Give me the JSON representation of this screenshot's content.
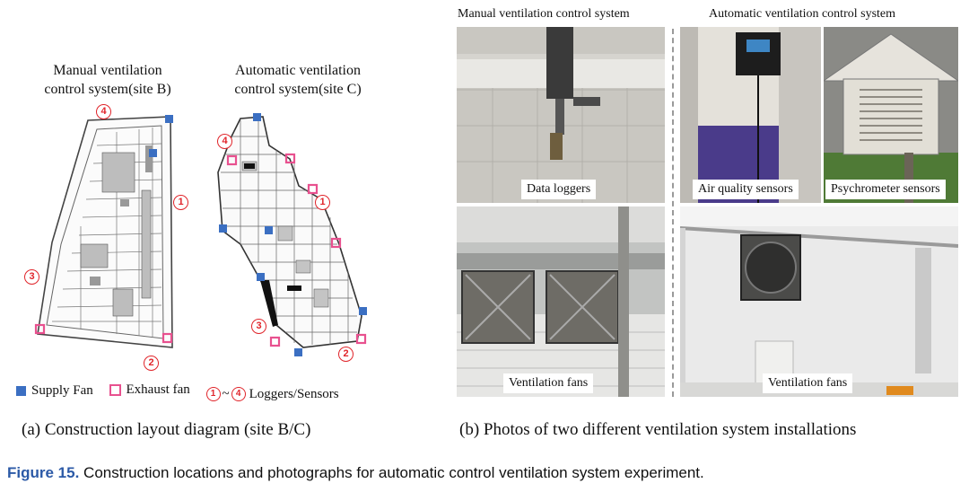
{
  "panel_a": {
    "manual_title_line1": "Manual ventilation",
    "manual_title_line2": "control system(site B)",
    "auto_title_line1": "Automatic ventilation",
    "auto_title_line2": "control system(site C)",
    "markers_b": [
      "1",
      "2",
      "3",
      "4"
    ],
    "markers_c": [
      "1",
      "2",
      "3",
      "4"
    ],
    "legend": {
      "supply": "Supply Fan",
      "exhaust": "Exhaust fan",
      "circle_from": "1",
      "range_sep": "~",
      "circle_to": "4",
      "loggers": "Loggers/Sensors"
    },
    "colors": {
      "supply": "#3b6fc2",
      "exhaust": "#e8518f",
      "marker": "#e0242a"
    },
    "caption": "(a) Construction layout diagram (site B/C)"
  },
  "panel_b": {
    "manual_title": "Manual ventilation control system",
    "auto_title": "Automatic ventilation control system",
    "labels": {
      "data_loggers": "Data loggers",
      "air_quality": "Air quality sensors",
      "psychrometer": "Psychrometer sensors",
      "fans_manual": "Ventilation fans",
      "fans_auto": "Ventilation fans"
    },
    "caption": "(b) Photos of two different ventilation system installations"
  },
  "figure": {
    "label": "Figure 15.",
    "text": " Construction locations and photographs for automatic control ventilation system experiment.",
    "label_color": "#2c5aa7"
  }
}
